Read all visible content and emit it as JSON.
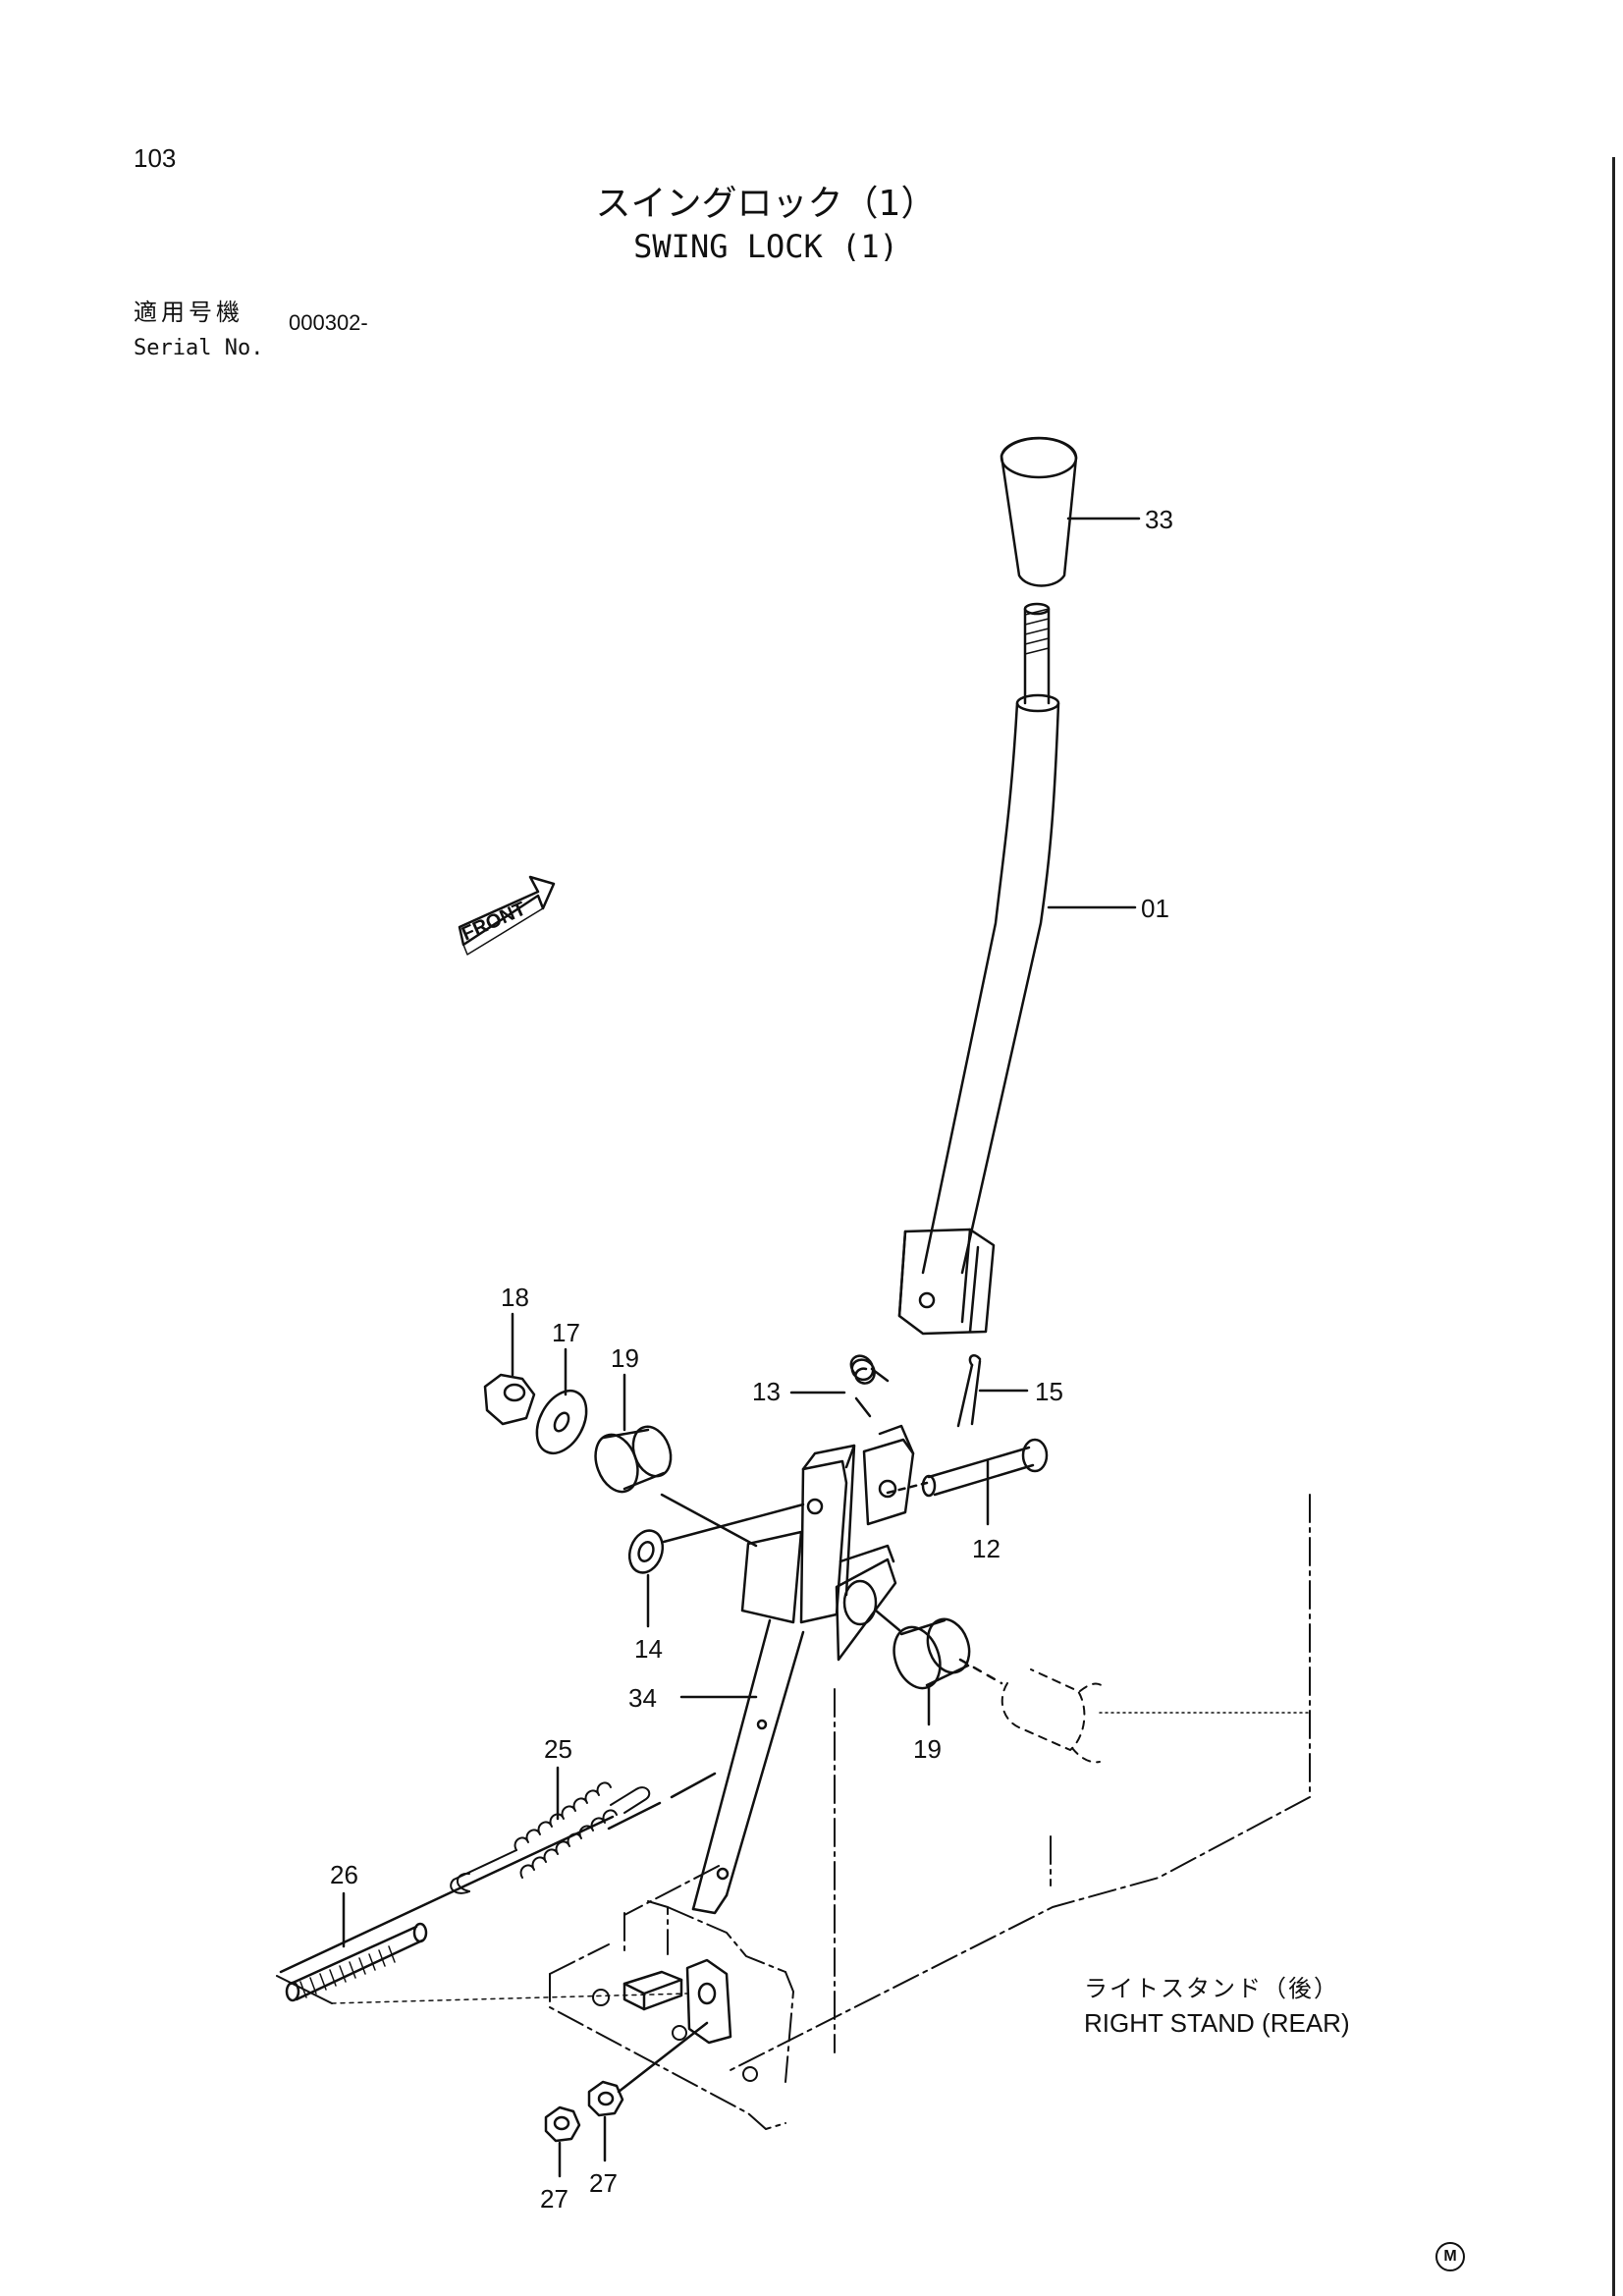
{
  "page": {
    "number": "103",
    "title_jp": "スイングロック（1）",
    "title_en": "SWING LOCK (1)",
    "serial_label_jp": "適用号機",
    "serial_label_en": "Serial No.",
    "serial_value": "000302-"
  },
  "labels": {
    "front_arrow": "FRONT",
    "stand_jp": "ライトスタンド（後）",
    "stand_en": "RIGHT STAND (REAR)",
    "mark": "M"
  },
  "callouts": {
    "p33": "33",
    "p01": "01",
    "p18": "18",
    "p17": "17",
    "p19a": "19",
    "p13": "13",
    "p15": "15",
    "p12": "12",
    "p14": "14",
    "p34": "34",
    "p19b": "19",
    "p25": "25",
    "p26": "26",
    "p27a": "27",
    "p27b": "27"
  }
}
